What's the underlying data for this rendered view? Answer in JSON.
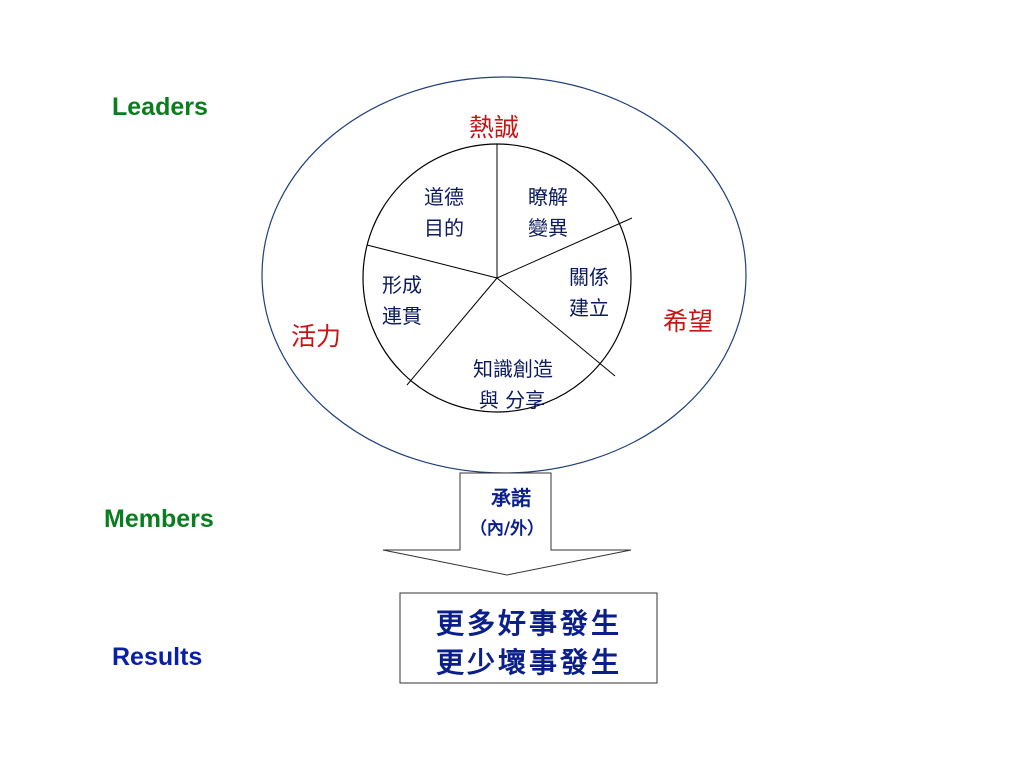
{
  "side_labels": {
    "leaders": "Leaders",
    "members": "Members",
    "results": "Results"
  },
  "outer_ring": {
    "top": "熱誠",
    "left": "活力",
    "right": "希望"
  },
  "segments": {
    "top_left": [
      "道德",
      "目的"
    ],
    "top_right": [
      "瞭解",
      "變異"
    ],
    "right": [
      "關係",
      "建立"
    ],
    "bottom": [
      "知識創造",
      "與 分享"
    ],
    "left": [
      "形成",
      "連貫"
    ]
  },
  "commitment": {
    "title": "承諾",
    "subtitle": "（內/外）"
  },
  "results_box": {
    "line1": "更多好事發生",
    "line2": "更少壞事發生"
  },
  "colors": {
    "leaders_members": "#0a7d1e",
    "results": "#0a1fa8",
    "outer_words": "#c81414",
    "outer_circle_stroke": "#1f3f7a",
    "inner_text": "#0b1a5c",
    "commit_text": "#0b1f8a"
  }
}
